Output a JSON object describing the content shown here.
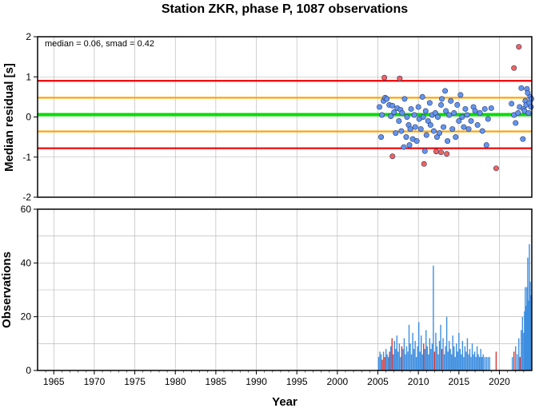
{
  "chart_data": [
    {
      "panel": "residuals",
      "type": "scatter",
      "title": "Station ZKR, phase P, 1087 observations",
      "ylabel": "Median residual [s]",
      "annotation": "median = 0.06, smad = 0.42",
      "xlim": [
        1963,
        2024
      ],
      "ylim": [
        -2,
        2
      ],
      "yticks": [
        "-2",
        "-1",
        "0",
        "1",
        "2"
      ],
      "grid": true,
      "reference_lines": [
        {
          "y": 0.06,
          "color": "#00dd00"
        },
        {
          "y": 0.48,
          "color": "#ffa500"
        },
        {
          "y": -0.36,
          "color": "#ffa500"
        },
        {
          "y": 0.9,
          "color": "#ee0000"
        },
        {
          "y": -0.78,
          "color": "#ee0000"
        }
      ],
      "series": [
        {
          "color": "#6495ed",
          "points": [
            [
              2005.2,
              0.25
            ],
            [
              2005.4,
              -0.5
            ],
            [
              2005.5,
              0.05
            ],
            [
              2005.7,
              0.4
            ],
            [
              2005.9,
              0.48
            ],
            [
              2006.1,
              0.45
            ],
            [
              2006.4,
              0.3
            ],
            [
              2006.6,
              0.02
            ],
            [
              2006.8,
              0.28
            ],
            [
              2007.0,
              0.12
            ],
            [
              2007.2,
              -0.4
            ],
            [
              2007.4,
              0.22
            ],
            [
              2007.6,
              -0.1
            ],
            [
              2007.8,
              0.18
            ],
            [
              2007.9,
              -0.35
            ],
            [
              2008.0,
              0.1
            ],
            [
              2008.2,
              -0.75
            ],
            [
              2008.3,
              0.45
            ],
            [
              2008.5,
              -0.5
            ],
            [
              2008.6,
              0.0
            ],
            [
              2008.8,
              -0.2
            ],
            [
              2008.9,
              -0.7
            ],
            [
              2009.0,
              -0.3
            ],
            [
              2009.1,
              0.2
            ],
            [
              2009.3,
              -0.55
            ],
            [
              2009.5,
              0.05
            ],
            [
              2009.6,
              -0.25
            ],
            [
              2009.8,
              -0.6
            ],
            [
              2010.0,
              0.25
            ],
            [
              2010.1,
              -0.05
            ],
            [
              2010.3,
              -0.3
            ],
            [
              2010.5,
              0.5
            ],
            [
              2010.6,
              0.0
            ],
            [
              2010.8,
              -0.85
            ],
            [
              2010.9,
              0.15
            ],
            [
              2011.0,
              -0.45
            ],
            [
              2011.2,
              -0.1
            ],
            [
              2011.4,
              0.35
            ],
            [
              2011.5,
              -0.2
            ],
            [
              2011.7,
              0.05
            ],
            [
              2011.9,
              -0.35
            ],
            [
              2012.1,
              0.1
            ],
            [
              2012.3,
              -0.5
            ],
            [
              2012.4,
              0.0
            ],
            [
              2012.6,
              -0.4
            ],
            [
              2012.8,
              0.3
            ],
            [
              2012.9,
              0.45
            ],
            [
              2013.1,
              -0.25
            ],
            [
              2013.3,
              0.65
            ],
            [
              2013.4,
              0.15
            ],
            [
              2013.6,
              -0.6
            ],
            [
              2013.8,
              0.05
            ],
            [
              2014.0,
              0.4
            ],
            [
              2014.2,
              -0.3
            ],
            [
              2014.4,
              0.1
            ],
            [
              2014.6,
              -0.5
            ],
            [
              2014.8,
              0.3
            ],
            [
              2015.0,
              -0.1
            ],
            [
              2015.2,
              0.55
            ],
            [
              2015.4,
              0.0
            ],
            [
              2015.6,
              -0.25
            ],
            [
              2015.8,
              0.2
            ],
            [
              2016.0,
              0.05
            ],
            [
              2016.2,
              -0.3
            ],
            [
              2016.5,
              -0.1
            ],
            [
              2016.8,
              0.25
            ],
            [
              2017.0,
              0.15
            ],
            [
              2017.3,
              -0.2
            ],
            [
              2017.6,
              0.1
            ],
            [
              2017.9,
              -0.35
            ],
            [
              2018.2,
              0.2
            ],
            [
              2018.4,
              -0.7
            ],
            [
              2018.6,
              -0.05
            ],
            [
              2019.0,
              0.22
            ],
            [
              2021.5,
              0.33
            ],
            [
              2021.8,
              0.05
            ],
            [
              2022.0,
              -0.15
            ],
            [
              2022.3,
              0.1
            ],
            [
              2022.5,
              0.25
            ],
            [
              2022.7,
              0.72
            ],
            [
              2022.9,
              -0.55
            ],
            [
              2023.0,
              0.2
            ],
            [
              2023.1,
              0.15
            ],
            [
              2023.2,
              0.4
            ],
            [
              2023.3,
              0.3
            ],
            [
              2023.4,
              0.7
            ],
            [
              2023.5,
              0.6
            ],
            [
              2023.6,
              0.1
            ],
            [
              2023.7,
              0.35
            ],
            [
              2023.8,
              0.5
            ],
            [
              2023.9,
              0.25
            ],
            [
              2023.95,
              0.45
            ]
          ]
        },
        {
          "color": "#f0645a",
          "points": [
            [
              2005.8,
              0.98
            ],
            [
              2006.8,
              -0.98
            ],
            [
              2007.7,
              0.96
            ],
            [
              2010.7,
              -1.17
            ],
            [
              2012.2,
              -0.86
            ],
            [
              2012.8,
              -0.88
            ],
            [
              2013.5,
              -0.92
            ],
            [
              2019.6,
              -1.28
            ],
            [
              2021.8,
              1.22
            ],
            [
              2022.4,
              1.75
            ]
          ]
        }
      ]
    },
    {
      "panel": "observations",
      "type": "bar",
      "xlabel": "Year",
      "ylabel": "Observations",
      "xlim": [
        1963,
        2024
      ],
      "ylim": [
        0,
        60
      ],
      "xticks": [
        "1965",
        "1970",
        "1975",
        "1980",
        "1985",
        "1990",
        "1995",
        "2000",
        "2005",
        "2010",
        "2015",
        "2020"
      ],
      "yticks": [
        "0",
        "20",
        "40",
        "60"
      ],
      "grid": true,
      "bars": [
        [
          2005.1,
          5,
          "b"
        ],
        [
          2005.25,
          7,
          "b"
        ],
        [
          2005.4,
          6,
          "b"
        ],
        [
          2005.55,
          4,
          "r"
        ],
        [
          2005.7,
          7,
          "b"
        ],
        [
          2005.85,
          5,
          "r"
        ],
        [
          2006.0,
          8,
          "b"
        ],
        [
          2006.15,
          6,
          "b"
        ],
        [
          2006.3,
          5,
          "b"
        ],
        [
          2006.45,
          7,
          "r"
        ],
        [
          2006.6,
          9,
          "b"
        ],
        [
          2006.75,
          12,
          "r"
        ],
        [
          2006.9,
          6,
          "b"
        ],
        [
          2007.05,
          11,
          "b"
        ],
        [
          2007.2,
          8,
          "b"
        ],
        [
          2007.35,
          13,
          "b"
        ],
        [
          2007.5,
          7,
          "b"
        ],
        [
          2007.65,
          10,
          "b"
        ],
        [
          2007.8,
          5,
          "b"
        ],
        [
          2007.95,
          9,
          "r"
        ],
        [
          2008.1,
          8,
          "b"
        ],
        [
          2008.25,
          12,
          "b"
        ],
        [
          2008.4,
          6,
          "b"
        ],
        [
          2008.55,
          9,
          "b"
        ],
        [
          2008.7,
          7,
          "b"
        ],
        [
          2008.85,
          17,
          "b"
        ],
        [
          2009.0,
          10,
          "b"
        ],
        [
          2009.15,
          6,
          "b"
        ],
        [
          2009.3,
          14,
          "b"
        ],
        [
          2009.45,
          8,
          "b"
        ],
        [
          2009.6,
          11,
          "b"
        ],
        [
          2009.75,
          5,
          "b"
        ],
        [
          2009.9,
          9,
          "b"
        ],
        [
          2010.05,
          18,
          "b"
        ],
        [
          2010.2,
          7,
          "b"
        ],
        [
          2010.35,
          13,
          "b"
        ],
        [
          2010.5,
          6,
          "b"
        ],
        [
          2010.65,
          10,
          "r"
        ],
        [
          2010.8,
          8,
          "b"
        ],
        [
          2010.95,
          15,
          "b"
        ],
        [
          2011.1,
          9,
          "b"
        ],
        [
          2011.25,
          6,
          "b"
        ],
        [
          2011.4,
          12,
          "b"
        ],
        [
          2011.55,
          8,
          "b"
        ],
        [
          2011.7,
          10,
          "b"
        ],
        [
          2011.85,
          39,
          "b"
        ],
        [
          2012.0,
          7,
          "r"
        ],
        [
          2012.15,
          14,
          "b"
        ],
        [
          2012.3,
          9,
          "b"
        ],
        [
          2012.45,
          6,
          "b"
        ],
        [
          2012.6,
          11,
          "b"
        ],
        [
          2012.75,
          17,
          "b"
        ],
        [
          2012.9,
          8,
          "r"
        ],
        [
          2013.05,
          12,
          "b"
        ],
        [
          2013.2,
          6,
          "b"
        ],
        [
          2013.35,
          9,
          "b"
        ],
        [
          2013.5,
          20,
          "b"
        ],
        [
          2013.65,
          7,
          "b"
        ],
        [
          2013.8,
          11,
          "b"
        ],
        [
          2013.95,
          8,
          "b"
        ],
        [
          2014.1,
          6,
          "b"
        ],
        [
          2014.25,
          13,
          "b"
        ],
        [
          2014.4,
          9,
          "b"
        ],
        [
          2014.55,
          5,
          "b"
        ],
        [
          2014.7,
          10,
          "b"
        ],
        [
          2014.85,
          7,
          "b"
        ],
        [
          2015.0,
          14,
          "b"
        ],
        [
          2015.15,
          8,
          "b"
        ],
        [
          2015.3,
          6,
          "b"
        ],
        [
          2015.45,
          11,
          "b"
        ],
        [
          2015.6,
          5,
          "b"
        ],
        [
          2015.75,
          9,
          "b"
        ],
        [
          2015.9,
          7,
          "b"
        ],
        [
          2016.05,
          12,
          "b"
        ],
        [
          2016.2,
          6,
          "b"
        ],
        [
          2016.35,
          8,
          "b"
        ],
        [
          2016.5,
          5,
          "b"
        ],
        [
          2016.65,
          10,
          "b"
        ],
        [
          2016.8,
          6,
          "b"
        ],
        [
          2016.95,
          7,
          "b"
        ],
        [
          2017.1,
          5,
          "b"
        ],
        [
          2017.25,
          9,
          "b"
        ],
        [
          2017.4,
          6,
          "b"
        ],
        [
          2017.55,
          5,
          "b"
        ],
        [
          2017.7,
          8,
          "b"
        ],
        [
          2017.85,
          5,
          "b"
        ],
        [
          2018.0,
          6,
          "b"
        ],
        [
          2018.2,
          5,
          "b"
        ],
        [
          2018.4,
          5,
          "b"
        ],
        [
          2018.6,
          5,
          "b"
        ],
        [
          2018.8,
          5,
          "b"
        ],
        [
          2019.6,
          7,
          "r"
        ],
        [
          2021.6,
          5,
          "b"
        ],
        [
          2021.8,
          7,
          "r"
        ],
        [
          2022.0,
          9,
          "b"
        ],
        [
          2022.2,
          6,
          "b"
        ],
        [
          2022.4,
          12,
          "b"
        ],
        [
          2022.55,
          5,
          "r"
        ],
        [
          2022.7,
          15,
          "b"
        ],
        [
          2022.85,
          20,
          "b"
        ],
        [
          2023.0,
          14,
          "b"
        ],
        [
          2023.1,
          22,
          "b"
        ],
        [
          2023.2,
          31,
          "b"
        ],
        [
          2023.3,
          24,
          "b"
        ],
        [
          2023.4,
          31,
          "b"
        ],
        [
          2023.5,
          42,
          "b"
        ],
        [
          2023.6,
          26,
          "b"
        ],
        [
          2023.7,
          47,
          "b"
        ],
        [
          2023.8,
          33,
          "b"
        ],
        [
          2023.9,
          28,
          "b"
        ]
      ]
    }
  ],
  "colors": {
    "bar_blue": "#3d8ee0",
    "bar_red": "#e03030",
    "point_blue": "#6495ed",
    "point_red": "#f0645a",
    "grid": "#b0b0b0"
  }
}
